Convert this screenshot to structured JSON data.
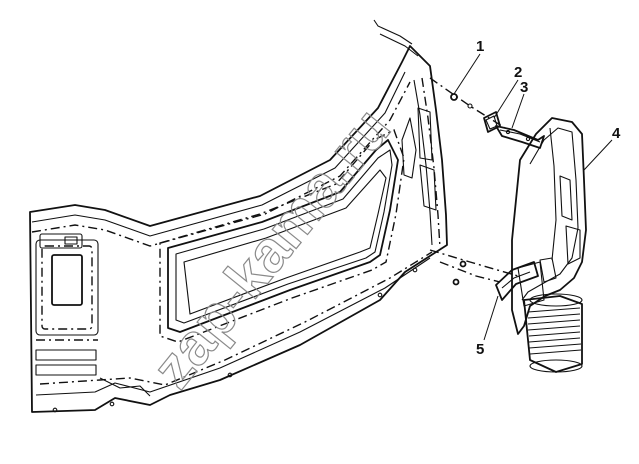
{
  "callouts": [
    {
      "id": "1",
      "label": "1"
    },
    {
      "id": "2",
      "label": "2"
    },
    {
      "id": "3",
      "label": "3"
    },
    {
      "id": "4",
      "label": "4"
    },
    {
      "id": "5",
      "label": "5"
    }
  ],
  "watermark": "zap-kama.ru",
  "colors": {
    "line": "#111111",
    "watermark": "#8a8a8a",
    "background": "#ffffff"
  }
}
